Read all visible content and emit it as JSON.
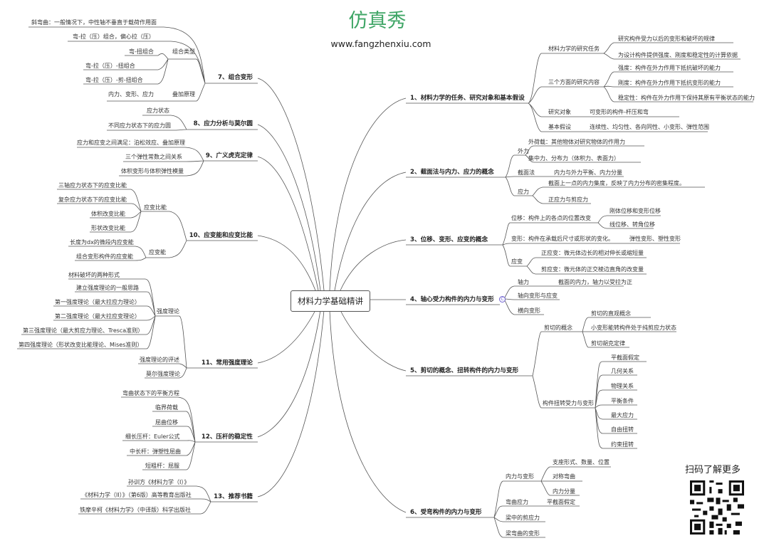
{
  "root": "材料力学基础精讲",
  "logo": "仿真秀",
  "url": "www.fangzhenxiu.com",
  "scan_text": "扫码了解更多",
  "branches": {
    "b1": {
      "title": "1、材料力学的任务、研究对象和基本假设",
      "tasks": "材料力学的研究任务",
      "task1": "研究构件受力以后的变形和破坏的规律",
      "task2": "为设计构件提供强度、刚度和稳定性的计算依据",
      "aspects": "三个方面的研究内容",
      "a1": "强度：构件在外力作用下抵抗破坏的能力",
      "a2": "刚度：构件在外力作用下抵抗变形的能力",
      "a3": "稳定性：构件在外力作用下保持其原有平衡状态的能力",
      "object": "研究对象",
      "object_v": "可变形的构件-杆压和弯",
      "assume": "基本假设",
      "assume_v": "连续性、均匀性、各向同性、小变形、弹性范围"
    },
    "b2": {
      "title": "2、截面法与内力、应力的概念",
      "ext": "外力",
      "e1": "外荷载：其他物体对研究物体的作用力",
      "e2": "集中力、分布力（体积力、表面力）",
      "sec": "截面法",
      "sec_v": "内力与外力平衡、内力分量",
      "stress": "应力",
      "s1": "截面上一点的内力集度，反映了内力分布的密集程度。",
      "s2": "正应力与剪应力"
    },
    "b3": {
      "title": "3、位移、变形、应变的概念",
      "disp": "位移：构件上的各点的位置改变",
      "d1": "刚体位移和变形位移",
      "d2": "线位移、转角位移",
      "def": "变形：构件在承载后尺寸或形状的变化。",
      "def_v": "弹性变形、塑性变形",
      "strain": "应变",
      "st1": "正应变：微元体边长的相对伸长或缩短量",
      "st2": "剪应变：微元体的正交棱边直角的改变量"
    },
    "b4": {
      "title": "4、轴心受力构件的内力与变形",
      "axial": "轴力",
      "axial_v": "截面的内力，轴力以受拉为正",
      "long": "轴向变形与应变",
      "trans": "横向变形",
      "collapsed": "C"
    },
    "b5": {
      "title": "5、剪切的概念、扭转构件的内力与变形",
      "shear": "剪切的概念",
      "sh1": "剪切的直观概念",
      "sh2": "小变形能转构件处于纯剪应力状态",
      "sh3": "剪切胡克定律",
      "tor": "构件扭转受力与变形",
      "tor_items": [
        "平截面假定",
        "几何关系",
        "物理关系",
        "平衡条件",
        "最大应力",
        "自由扭转",
        "约束扭转"
      ]
    },
    "b6": {
      "title": "6、受弯构件的内力与变形",
      "inner": "内力与变形",
      "i1": "支座形式、数量、位置",
      "i2": "对称弯曲",
      "i3": "内力分量",
      "bend": "弯曲应力",
      "bend_v": "平截面假定",
      "beam_shear": "梁中的剪应力",
      "beam_def": "梁弯曲的变形"
    },
    "b7": {
      "title": "7、组合变形",
      "oblique": "斜弯曲：一般情况下，中性轴不垂直于载荷作用面",
      "o2": "弯-拉（压）组合，偏心拉（压）",
      "combo": "组合类型",
      "c1": "弯-扭组合",
      "c2": "弯-拉（压）-扭组合",
      "c3": "弯-拉（压）-剪-扭组合",
      "super": "叠加原理",
      "super_v": "内力、变形、应力"
    },
    "b8": {
      "title": "8、应力分析与莫尔圆",
      "p1": "应力状态",
      "p2": "不同应力状态下的应力圆"
    },
    "b9": {
      "title": "9、广义虎克定律",
      "p1": "应力和应变之间满足：泊松效应、叠加原理",
      "p2": "三个弹性常数之间关系",
      "p3": "体积变形与体积弹性模量"
    },
    "b10": {
      "title": "10、应变能和应变比能",
      "ratio": "应变比能",
      "r1": "三轴应力状态下的应变比能",
      "r2": "复杂应力状态下的应变比能",
      "r3": "体积改变比能",
      "r4": "形状改变比能",
      "energy": "应变能",
      "e1": "长度为dx的微段内应变能",
      "e2": "组合变形构件的应变能"
    },
    "b11": {
      "title": "11、常用强度理论",
      "theory": "强度理论",
      "items": [
        "材料破坏的两种形式",
        "建立强度理论的一般思路",
        "第一强度理论（最大拉应力理论）",
        "第二强度理论（最大拉应变理论）",
        "第三强度理论（最大剪应力理论、Tresca准则）",
        "第四强度理论（形状改变比能理论、Mises准则）"
      ],
      "eval": "强度理论的评述",
      "mohr": "莫尔强度理论"
    },
    "b12": {
      "title": "12、压杆的稳定性",
      "p0": "弯曲状态下的平衡方程",
      "p1": "临界荷载",
      "p2": "屈曲位移",
      "p3": "细长压杆：Euler公式",
      "p4": "中长杆：弹塑性屈曲",
      "p5": "短粗杆：屈服"
    },
    "b13": {
      "title": "13、推荐书籍",
      "p1": "孙训方《材料力学（I）》",
      "p2": "《材料力学（II）》（第6版）高等教育出版社",
      "p3": "铁摩辛柯《材料力学》（中译版）科学出版社"
    }
  }
}
